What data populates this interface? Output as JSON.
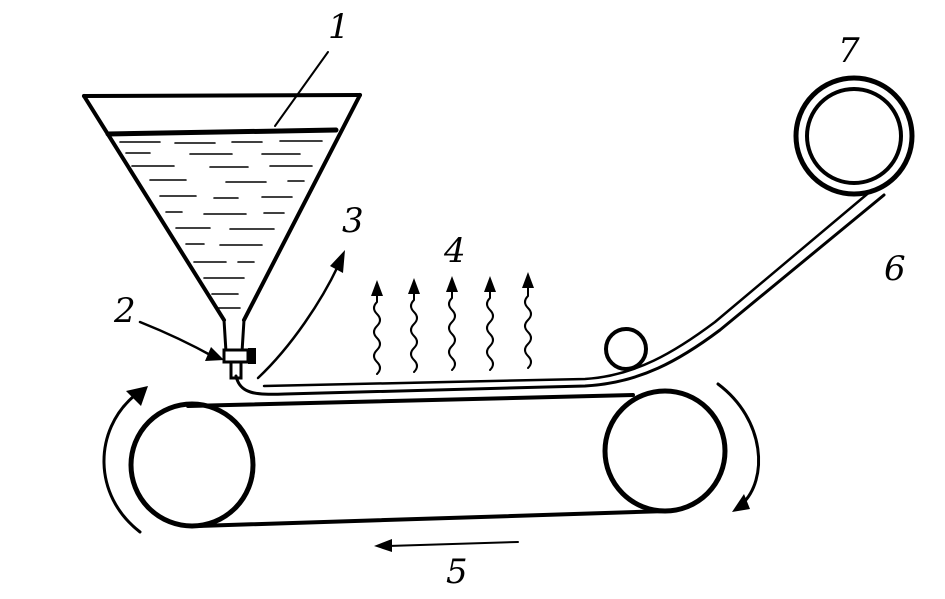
{
  "diagram": {
    "ink_color": "#000000",
    "background_color": "#ffffff",
    "labels": {
      "l1": "1",
      "l2": "2",
      "l3": "3",
      "l4": "4",
      "l5": "5",
      "l6": "6",
      "l7": "7"
    }
  }
}
